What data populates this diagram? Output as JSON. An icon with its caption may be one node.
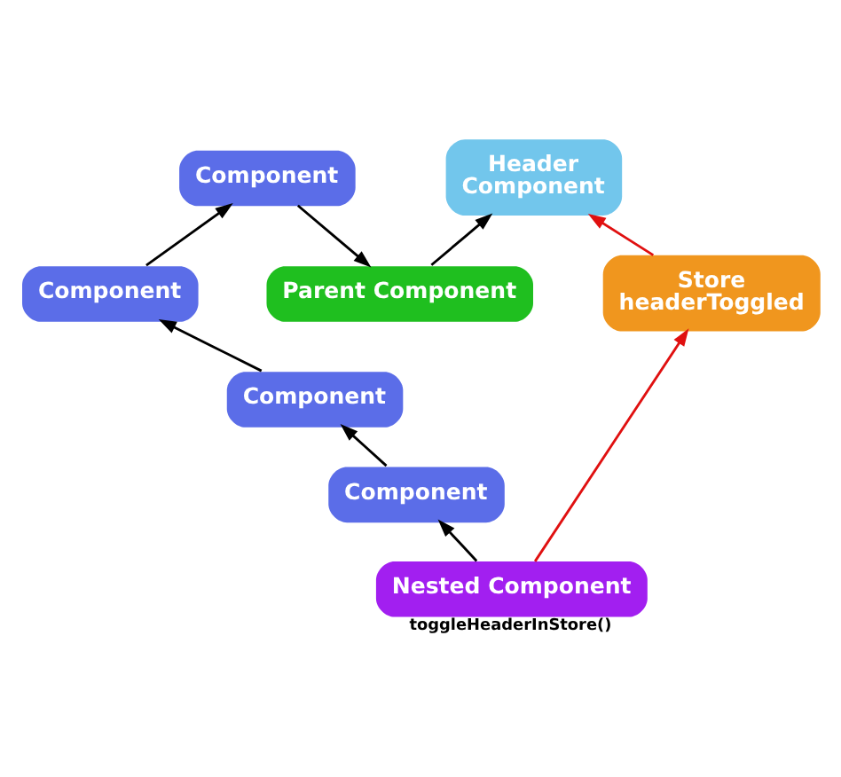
{
  "diagram": {
    "nodes": [
      {
        "text": [
          "Parent Component"
        ]
      },
      {
        "text": [
          "Component"
        ]
      },
      {
        "text": [
          "Component"
        ]
      },
      {
        "text": [
          "Component"
        ]
      },
      {
        "text": [
          "Component"
        ]
      },
      {
        "text": [
          "Nested Component"
        ],
        "beside": [
          "toggleHeaderInStore()"
        ]
      },
      {
        "text": [
          "Store headerToggled"
        ]
      },
      {
        "text": [
          "Header Component"
        ]
      }
    ],
    "edges": [
      {
        "from": 5,
        "to": 4,
        "arrow": "to"
      },
      {
        "from": 4,
        "to": 3,
        "arrow": "to"
      },
      {
        "from": 3,
        "to": 2,
        "arrow": "to"
      },
      {
        "from": 2,
        "to": 1,
        "arrow": "to"
      },
      {
        "from": 1,
        "to": 0,
        "arrow": "to"
      },
      {
        "from": 0,
        "to": 7,
        "arrow": "to"
      },
      {
        "from": 5,
        "to": 6,
        "arrow": "to",
        "color": "#e01010"
      },
      {
        "from": 6,
        "to": 7,
        "arrow": "to",
        "color": "#e01010"
      }
    ]
  }
}
